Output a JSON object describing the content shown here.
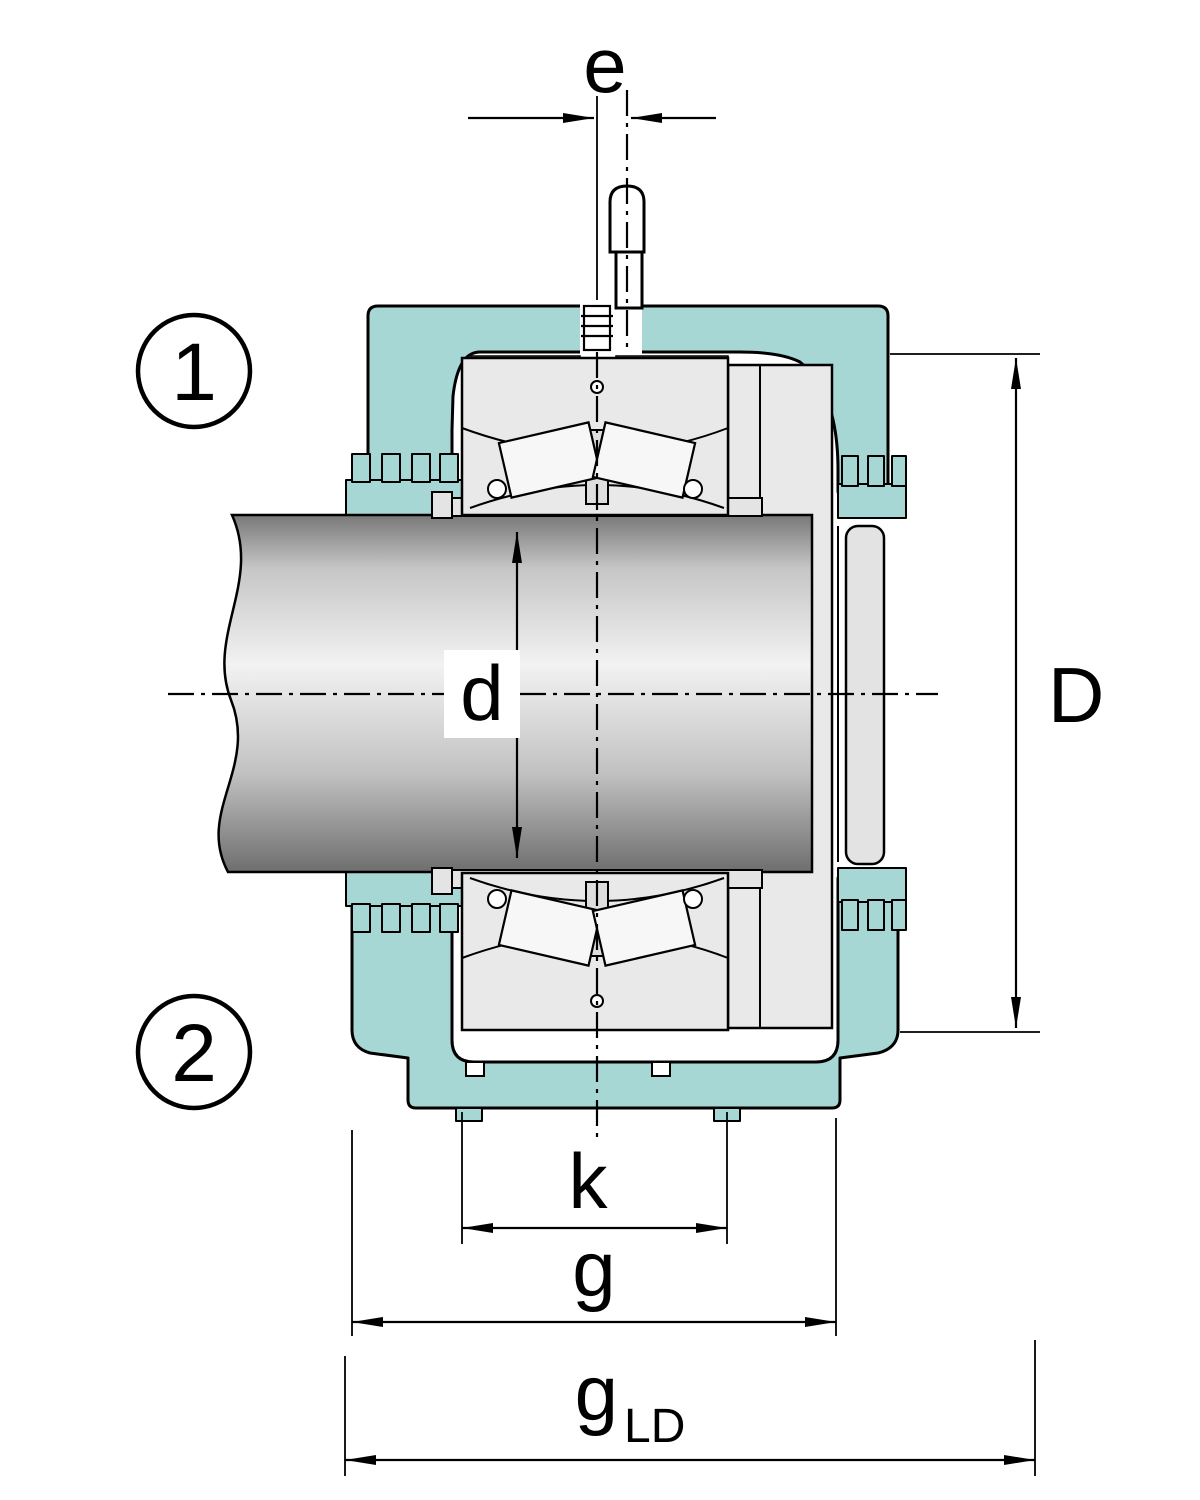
{
  "labels": {
    "e": "e",
    "d": "d",
    "D": "D",
    "k": "k",
    "g": "g",
    "g_ld_base": "g",
    "g_ld_sub": "LD"
  },
  "callouts": [
    {
      "label": "1"
    },
    {
      "label": "2"
    }
  ],
  "colors": {
    "housing": "#a6d7d5",
    "bearing_steel": "#e9e9e9",
    "roller": "#f7f7f7",
    "cover_plate": "#e3e3e3",
    "bore_strip": "#c3d9dc",
    "outline": "#000000",
    "shaft_stops": [
      "#787878",
      "#c6c6c6",
      "#f2f2f2",
      "#c2c2c2",
      "#6e6e6e"
    ]
  }
}
